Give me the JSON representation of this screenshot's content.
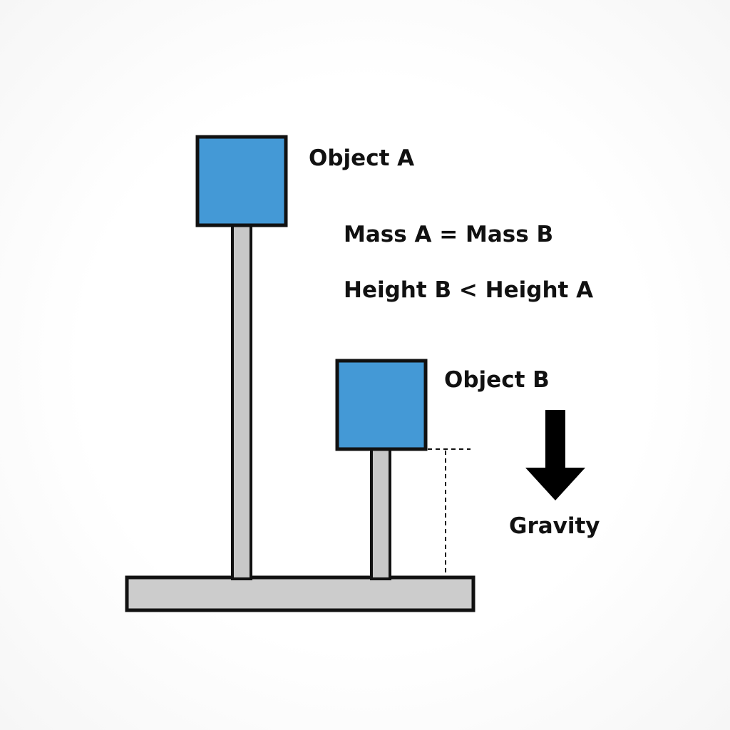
{
  "labels": {
    "object_a": "Object A",
    "mass_relation": "Mass A = Mass B",
    "height_relation": "Height B < Height A",
    "object_b": "Object B",
    "gravity": "Gravity"
  },
  "colors": {
    "block_fill": "#4499d6",
    "outline": "#111111",
    "pole_fill": "#c8c8c8",
    "base_fill": "#cccccc",
    "arrow": "#000000"
  },
  "icons": {
    "gravity_arrow": "arrow-down-icon"
  }
}
